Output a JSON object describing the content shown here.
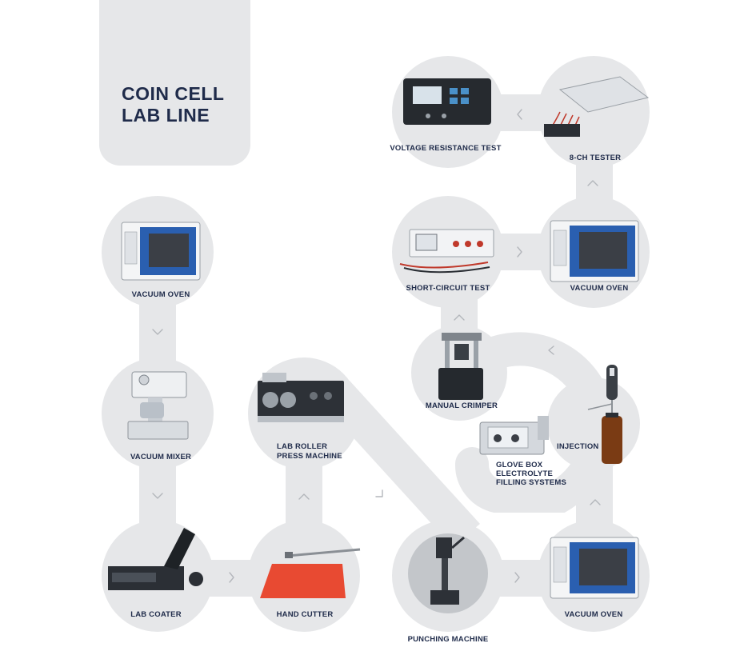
{
  "title": {
    "line1": "COIN CELL",
    "line2": "LAB LINE"
  },
  "steps": {
    "vacuum_oven_left": {
      "label": "VACUUM OVEN",
      "icon": "vacuum-oven-icon"
    },
    "vacuum_mixer": {
      "label": "VACUUM MIXER",
      "icon": "vacuum-mixer-icon"
    },
    "lab_coater": {
      "label": "LAB COATER",
      "icon": "lab-coater-icon"
    },
    "hand_cutter": {
      "label": "HAND CUTTER",
      "icon": "hand-cutter-icon"
    },
    "lab_roller": {
      "label_line1": "LAB ROLLER",
      "label_line2": "PRESS MACHINE",
      "icon": "roller-press-icon"
    },
    "punching_machine": {
      "label": "PUNCHING MACHINE",
      "icon": "punching-machine-icon"
    },
    "vacuum_oven_bottom_right": {
      "label": "VACUUM OVEN",
      "icon": "vacuum-oven-icon"
    },
    "injection": {
      "label": "INJECTION",
      "icon": "injection-pipette-icon"
    },
    "glove_box": {
      "line1": "GLOVE BOX",
      "line2": "ELECTROLYTE",
      "line3": "FILLING SYSTEMS",
      "icon": "glove-box-icon"
    },
    "manual_crimper": {
      "label": "MANUAL CRIMPER",
      "icon": "manual-crimper-icon"
    },
    "short_circuit_test": {
      "label": "SHORT-CIRCUIT TEST",
      "icon": "short-circuit-tester-icon"
    },
    "vacuum_oven_mid_right": {
      "label": "VACUUM OVEN",
      "icon": "vacuum-oven-icon"
    },
    "tester_8ch": {
      "label": "8-CH TESTER",
      "icon": "eight-channel-tester-icon"
    },
    "voltage_resistance_test": {
      "label": "VOLTAGE RESISTANCE TEST",
      "icon": "voltage-resistance-meter-icon"
    }
  },
  "colors": {
    "track": "#e6e7e9",
    "label_text": "#1f2b4a",
    "chevron": "#b3b6bb",
    "oven_blue": "#2a5fb0",
    "cutter_red": "#e84a32"
  }
}
